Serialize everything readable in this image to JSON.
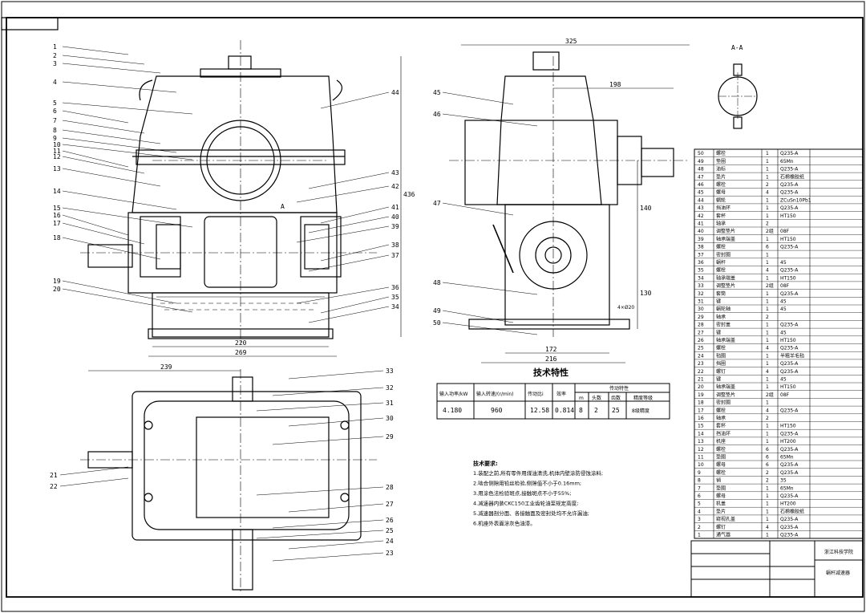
{
  "left_callouts": [
    "1",
    "2",
    "3",
    "4",
    "5",
    "6",
    "7",
    "8",
    "9",
    "10",
    "11",
    "12",
    "13",
    "14",
    "15",
    "16",
    "17",
    "18",
    "19",
    "20"
  ],
  "right_callouts": [
    "44",
    "43",
    "42",
    "41",
    "40",
    "39",
    "38",
    "37",
    "36",
    "35",
    "34"
  ],
  "side_callouts": [
    "45",
    "46",
    "47",
    "48",
    "49",
    "50"
  ],
  "top_callouts": [
    "33",
    "32",
    "31",
    "30",
    "29",
    "28",
    "27",
    "26",
    "25",
    "24",
    "23",
    "21",
    "22"
  ],
  "dims": {
    "front_w1": "220",
    "front_w2": "269",
    "front_h": "436",
    "side_w": "325",
    "side_w2": "198",
    "side_b1": "172",
    "side_b2": "216",
    "side_h1": "140",
    "side_h2": "130",
    "top_w": "239",
    "section": "A",
    "section_title": "A-A",
    "slot": "4×Ø20"
  },
  "spec": {
    "title": "技术特性",
    "headers": [
      "输入功率/kW",
      "输入转速/(r/min)",
      "传动比i",
      "效率",
      "传动特性"
    ],
    "sub_headers": [
      "m",
      "头数",
      "齿数",
      "精度等级"
    ],
    "values": [
      "4.180",
      "960",
      "12.58",
      "0.814",
      "8",
      "2",
      "25",
      "8级精度"
    ]
  },
  "notes": {
    "heading": "技术要求:",
    "lines": [
      "1.装配之前,所有零件用煤油清洗,机体内壁涂防侵蚀涂料;",
      "2.啮合侧隙用铅丝检验,侧隙值不小于0.16mm;",
      "3.用涂色法检验斑点,接触斑点不小于55%;",
      "4.减速器内装CKC150工业齿轮油至规定高度;",
      "5.减速器剖分面、各接触面及密封处均不允许漏油;",
      "6.机座外表面涂灰色油漆。"
    ]
  },
  "parts": [
    [
      "50",
      "螺栓",
      "1",
      "Q235-A",
      ""
    ],
    [
      "49",
      "垫圈",
      "1",
      "65Mn",
      ""
    ],
    [
      "48",
      "油标",
      "1",
      "Q235-A",
      ""
    ],
    [
      "47",
      "垫片",
      "1",
      "石棉橡胶纸",
      ""
    ],
    [
      "46",
      "螺栓",
      "2",
      "Q235-A",
      ""
    ],
    [
      "45",
      "螺母",
      "4",
      "Q235-A",
      ""
    ],
    [
      "44",
      "蜗轮",
      "1",
      "ZCuSn10Pb1",
      ""
    ],
    [
      "43",
      "挡油环",
      "1",
      "Q235-A",
      ""
    ],
    [
      "42",
      "套杯",
      "1",
      "HT150",
      ""
    ],
    [
      "41",
      "轴承",
      "2",
      "",
      ""
    ],
    [
      "40",
      "调整垫片",
      "2组",
      "08F",
      ""
    ],
    [
      "39",
      "轴承端盖",
      "1",
      "HT150",
      ""
    ],
    [
      "38",
      "螺栓",
      "6",
      "Q235-A",
      ""
    ],
    [
      "37",
      "密封圈",
      "1",
      "",
      ""
    ],
    [
      "36",
      "蜗杆",
      "1",
      "45",
      ""
    ],
    [
      "35",
      "螺栓",
      "4",
      "Q235-A",
      ""
    ],
    [
      "34",
      "轴承端盖",
      "1",
      "HT150",
      ""
    ],
    [
      "33",
      "调整垫片",
      "2组",
      "08F",
      ""
    ],
    [
      "32",
      "套筒",
      "1",
      "Q235-A",
      ""
    ],
    [
      "31",
      "键",
      "1",
      "45",
      ""
    ],
    [
      "30",
      "蜗轮轴",
      "1",
      "45",
      ""
    ],
    [
      "29",
      "轴承",
      "2",
      "",
      ""
    ],
    [
      "28",
      "密封盖",
      "1",
      "Q235-A",
      ""
    ],
    [
      "27",
      "键",
      "1",
      "45",
      ""
    ],
    [
      "26",
      "轴承端盖",
      "1",
      "HT150",
      ""
    ],
    [
      "25",
      "螺栓",
      "4",
      "Q235-A",
      ""
    ],
    [
      "24",
      "毡圈",
      "1",
      "半粗羊毛毡",
      ""
    ],
    [
      "23",
      "挡圈",
      "1",
      "Q235-A",
      ""
    ],
    [
      "22",
      "螺钉",
      "4",
      "Q235-A",
      ""
    ],
    [
      "21",
      "键",
      "1",
      "45",
      ""
    ],
    [
      "20",
      "轴承端盖",
      "1",
      "HT150",
      ""
    ],
    [
      "19",
      "调整垫片",
      "2组",
      "08F",
      ""
    ],
    [
      "18",
      "密封圈",
      "1",
      "",
      ""
    ],
    [
      "17",
      "螺栓",
      "4",
      "Q235-A",
      ""
    ],
    [
      "16",
      "轴承",
      "2",
      "",
      ""
    ],
    [
      "15",
      "套杯",
      "1",
      "HT150",
      ""
    ],
    [
      "14",
      "挡油环",
      "1",
      "Q235-A",
      ""
    ],
    [
      "13",
      "机座",
      "1",
      "HT200",
      ""
    ],
    [
      "12",
      "螺栓",
      "6",
      "Q235-A",
      ""
    ],
    [
      "11",
      "垫圈",
      "6",
      "65Mn",
      ""
    ],
    [
      "10",
      "螺母",
      "6",
      "Q235-A",
      ""
    ],
    [
      "9",
      "螺栓",
      "2",
      "Q235-A",
      ""
    ],
    [
      "8",
      "销",
      "2",
      "35",
      ""
    ],
    [
      "7",
      "垫圈",
      "1",
      "65Mn",
      ""
    ],
    [
      "6",
      "螺母",
      "1",
      "Q235-A",
      ""
    ],
    [
      "5",
      "机盖",
      "1",
      "HT200",
      ""
    ],
    [
      "4",
      "垫片",
      "1",
      "石棉橡胶纸",
      ""
    ],
    [
      "3",
      "窥视孔盖",
      "1",
      "Q235-A",
      ""
    ],
    [
      "2",
      "螺钉",
      "4",
      "Q235-A",
      ""
    ],
    [
      "1",
      "通气器",
      "1",
      "Q235-A",
      ""
    ]
  ],
  "title_block": {
    "school": "浙江科技学院",
    "drawing_name": "蜗杆减速器"
  }
}
